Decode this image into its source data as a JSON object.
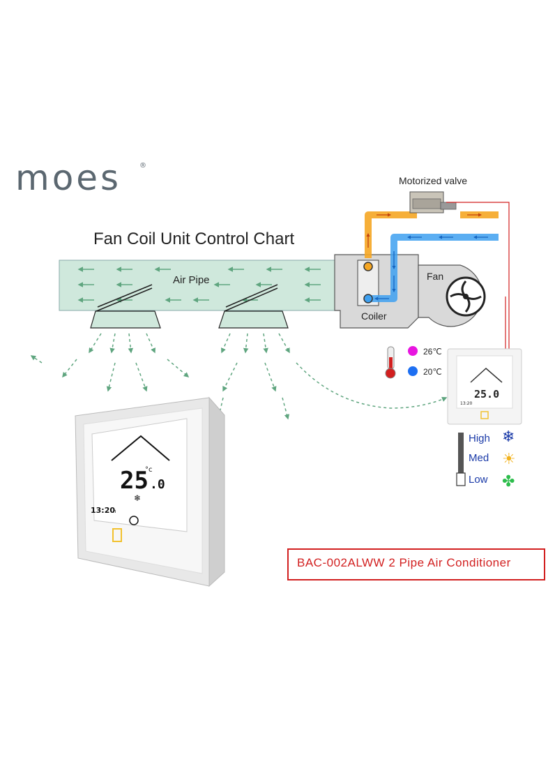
{
  "logo": {
    "text": "moes",
    "trademark": "®"
  },
  "title": "Fan Coil Unit Control Chart",
  "labels": {
    "air_pipe": "Air Pipe",
    "coiler": "Coiler",
    "fan": "Fan",
    "motorized_valve": "Motorized valve"
  },
  "temperatures": {
    "hot": "26℃",
    "cold": "20℃"
  },
  "fan_speeds": [
    "High",
    "Med",
    "Low"
  ],
  "thermostat": {
    "temperature": "25",
    "decimal": ".0",
    "unit": "°c",
    "time": "13:20",
    "time_suffix": "h"
  },
  "model_label": "BAC-002ALWW 2 Pipe Air Conditioner",
  "colors": {
    "duct": "#cfe8dc",
    "arrow_green": "#5fa57f",
    "hot_pipe": "#f5a623",
    "cold_pipe": "#3ea0f0",
    "wire": "#d21f1f",
    "brand_gray": "#5b6770",
    "speed_text": "#1a3aa8",
    "hot_dot": "#e815e0",
    "cold_dot": "#1d6ff2"
  }
}
